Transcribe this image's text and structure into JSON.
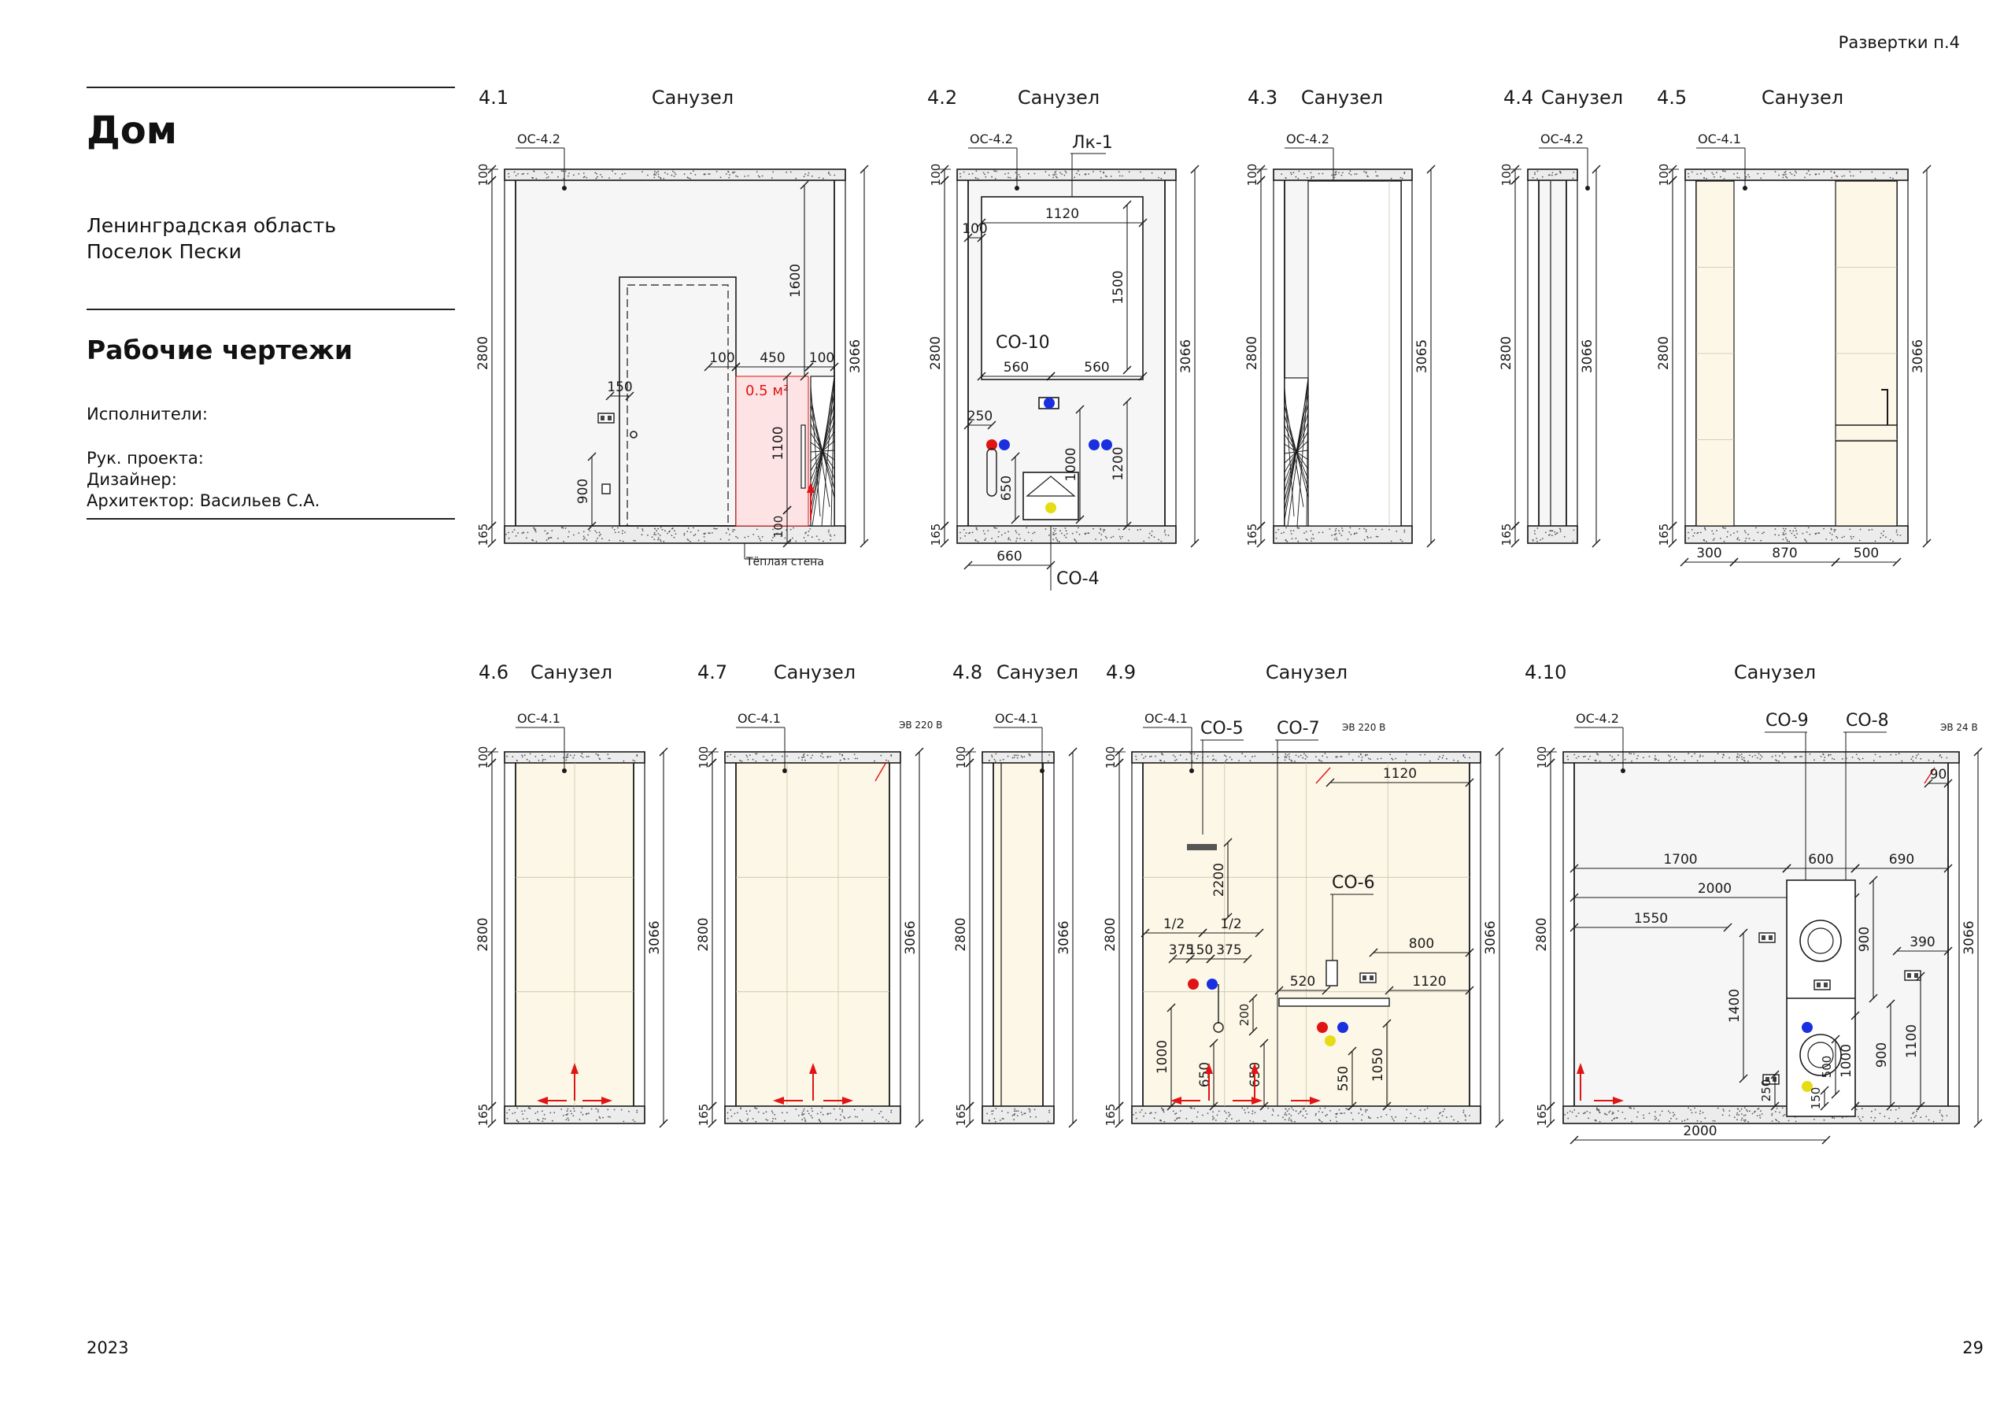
{
  "sheet": {
    "label": "Развертки п.4",
    "title": "Дом",
    "location": [
      "Ленинградская область",
      "Поселок Пески"
    ],
    "section": "Рабочие чертежи",
    "team": [
      "Исполнители:",
      "Рук. проекта:",
      "Дизайнер:",
      "Архитектор: Васильев С.А."
    ],
    "year": "2023",
    "page": "29"
  },
  "colors": {
    "ink": "#1a1a1a",
    "tile": "#fcf7e6",
    "plaster": "#f6f6f6",
    "warm": "#fde3e3",
    "red": "#e01414",
    "blue": "#1a2fe0",
    "yellow": "#e6dc14"
  },
  "elevations": [
    {
      "num": "4.1",
      "room": "Санузел",
      "finish": "ОС-4.2",
      "dims": [
        "100",
        "2800",
        "165",
        "3066",
        "1600",
        "150",
        "900",
        "100",
        "450",
        "100",
        "1100",
        "100"
      ],
      "notes": [
        "0.5 м²",
        "Тёплая стена"
      ]
    },
    {
      "num": "4.2",
      "room": "Санузел",
      "finish": "ОС-4.2",
      "dims": [
        "100",
        "2800",
        "165",
        "3066",
        "1120",
        "100",
        "1500",
        "560",
        "560",
        "250",
        "1000",
        "1200",
        "650",
        "660"
      ],
      "notes": [
        "Лк-1",
        "СО-10",
        "СО-4"
      ]
    },
    {
      "num": "4.3",
      "room": "Санузел",
      "finish": "ОС-4.2",
      "dims": [
        "100",
        "2800",
        "165",
        "3065"
      ]
    },
    {
      "num": "4.4",
      "room": "Санузел",
      "finish": "ОС-4.2",
      "dims": [
        "100",
        "2800",
        "165",
        "3066"
      ]
    },
    {
      "num": "4.5",
      "room": "Санузел",
      "finish": "ОС-4.1",
      "dims": [
        "100",
        "2800",
        "165",
        "3066",
        "300",
        "870",
        "500"
      ]
    },
    {
      "num": "4.6",
      "room": "Санузел",
      "finish": "ОС-4.1",
      "dims": [
        "100",
        "2800",
        "165",
        "3066"
      ]
    },
    {
      "num": "4.7",
      "room": "Санузел",
      "finish": "ОС-4.1",
      "dims": [
        "100",
        "2800",
        "165",
        "3066"
      ],
      "notes": [
        "ЭВ 220 В"
      ]
    },
    {
      "num": "4.8",
      "room": "Санузел",
      "finish": "ОС-4.1",
      "dims": [
        "100",
        "2800",
        "165",
        "3066"
      ]
    },
    {
      "num": "4.9",
      "room": "Санузел",
      "finish": "ОС-4.1",
      "dims": [
        "100",
        "2800",
        "165",
        "3066",
        "1120",
        "2200",
        "1/2",
        "1/2",
        "375",
        "150",
        "375",
        "800",
        "520",
        "1120",
        "200",
        "1000",
        "650",
        "650",
        "550",
        "1050"
      ],
      "notes": [
        "СО-5",
        "СО-7",
        "ЭВ 220 В",
        "СО-6"
      ]
    },
    {
      "num": "4.10",
      "room": "Санузел",
      "finish": "ОС-4.2",
      "dims": [
        "100",
        "2800",
        "165",
        "3066",
        "90",
        "1700",
        "600",
        "690",
        "2000",
        "900",
        "1550",
        "390",
        "1400",
        "1000",
        "500",
        "900",
        "1100",
        "250",
        "150",
        "2000"
      ],
      "notes": [
        "СО-9",
        "СО-8",
        "ЭВ 24 В"
      ]
    }
  ]
}
